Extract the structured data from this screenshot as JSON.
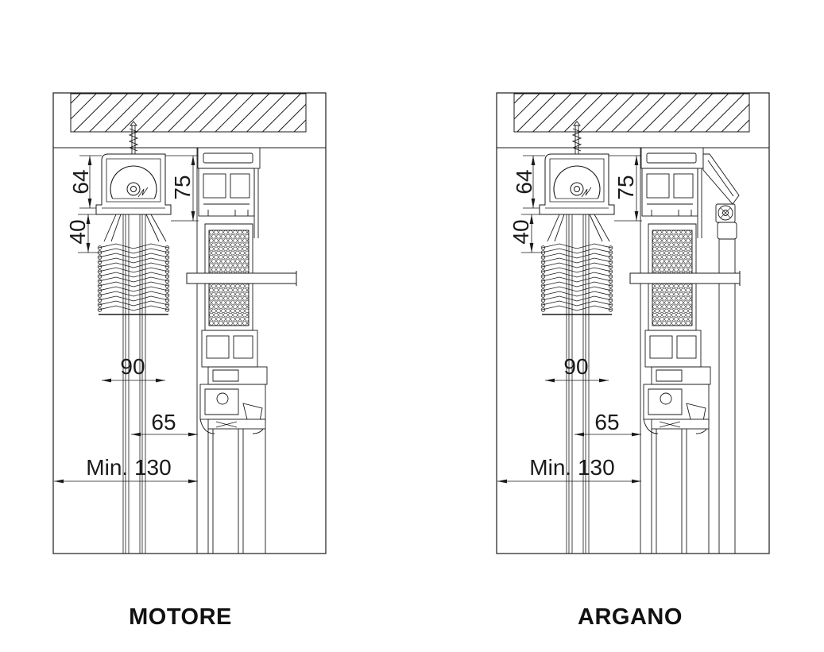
{
  "style": {
    "line_color": "#1a1a1a",
    "background": "#ffffff"
  },
  "panels": [
    {
      "caption": "MOTORE",
      "dims": {
        "headbox_height": "64",
        "frame_height": "75",
        "headbox_gap": "40",
        "pack_width": "90",
        "offset": "65",
        "min_distance": "Min. 130"
      }
    },
    {
      "caption": "ARGANO",
      "dims": {
        "headbox_height": "64",
        "frame_height": "75",
        "headbox_gap": "40",
        "pack_width": "90",
        "offset": "65",
        "min_distance": "Min. 130"
      }
    }
  ]
}
